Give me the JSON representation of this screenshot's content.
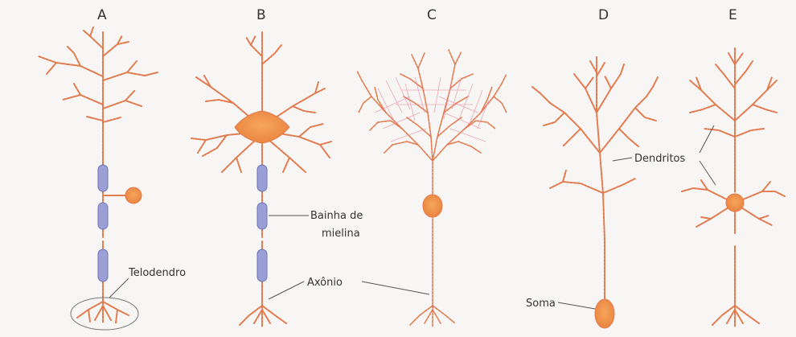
{
  "figure": {
    "colors": {
      "background": "#f7f6f4",
      "neuron_stroke": "#e27a4e",
      "neuron_fill": "#f4a15f",
      "soma_fill": "#f08a3e",
      "myelin_fill": "#9aa0d6",
      "myelin_stroke": "#6e73b5",
      "callout_line": "#555555",
      "label_text": "#333333"
    },
    "neuron_letters": [
      "A",
      "B",
      "C",
      "D",
      "E"
    ],
    "labels": {
      "telodendro": "Telodendro",
      "bainha_line1": "Bainha de",
      "bainha_line2": "mielina",
      "axonio": "Axônio",
      "soma": "Soma",
      "dendritos": "Dendritos"
    }
  }
}
